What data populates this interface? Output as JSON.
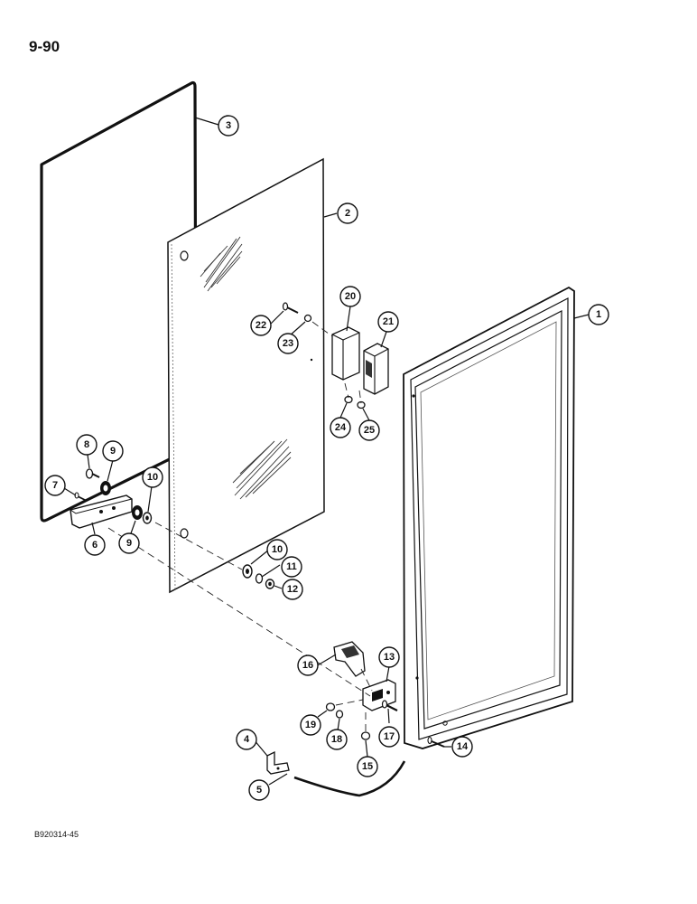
{
  "page_number": "9-90",
  "figure_code": "B920314-45",
  "callouts": [
    {
      "id": "c3",
      "label": "3"
    },
    {
      "id": "c2",
      "label": "2"
    },
    {
      "id": "c1",
      "label": "1"
    },
    {
      "id": "c20",
      "label": "20"
    },
    {
      "id": "c21",
      "label": "21"
    },
    {
      "id": "c22",
      "label": "22"
    },
    {
      "id": "c23",
      "label": "23"
    },
    {
      "id": "c24",
      "label": "24"
    },
    {
      "id": "c25",
      "label": "25"
    },
    {
      "id": "c8",
      "label": "8"
    },
    {
      "id": "c9a",
      "label": "9"
    },
    {
      "id": "c10a",
      "label": "10"
    },
    {
      "id": "c7",
      "label": "7"
    },
    {
      "id": "c6",
      "label": "6"
    },
    {
      "id": "c9b",
      "label": "9"
    },
    {
      "id": "c10b",
      "label": "10"
    },
    {
      "id": "c11",
      "label": "11"
    },
    {
      "id": "c12",
      "label": "12"
    },
    {
      "id": "c13",
      "label": "13"
    },
    {
      "id": "c16",
      "label": "16"
    },
    {
      "id": "c19",
      "label": "19"
    },
    {
      "id": "c18",
      "label": "18"
    },
    {
      "id": "c17",
      "label": "17"
    },
    {
      "id": "c15",
      "label": "15"
    },
    {
      "id": "c14",
      "label": "14"
    },
    {
      "id": "c4",
      "label": "4"
    },
    {
      "id": "c5",
      "label": "5"
    }
  ]
}
